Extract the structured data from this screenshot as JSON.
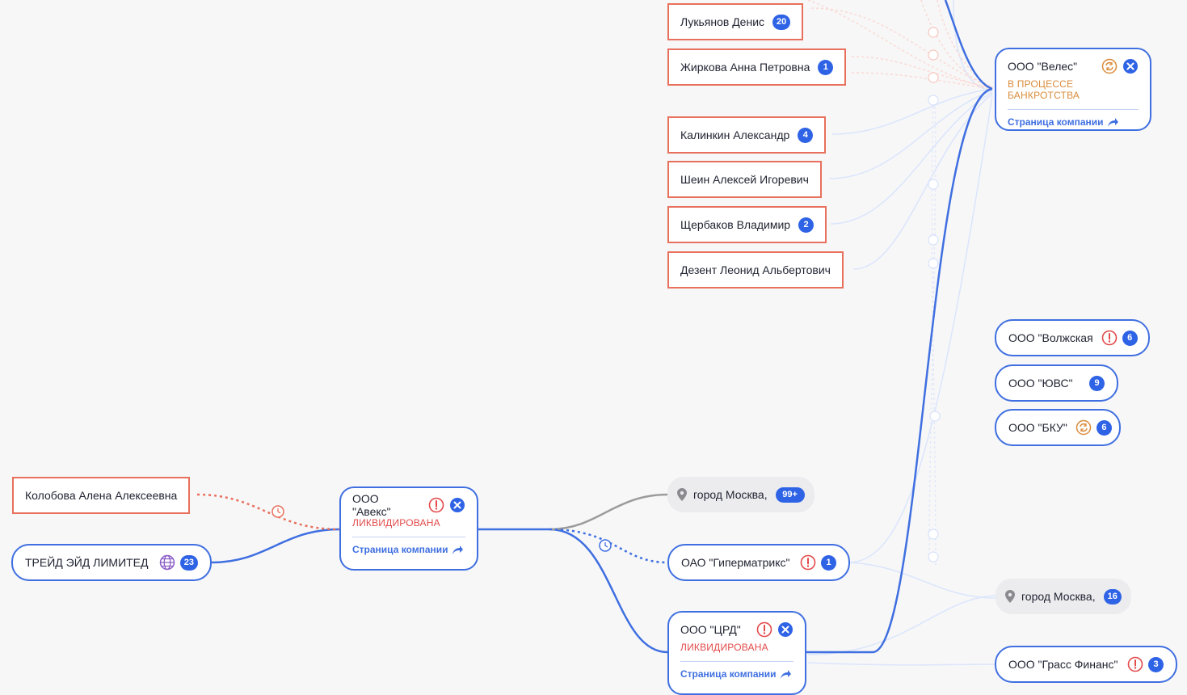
{
  "persons": [
    {
      "name": "Лукьянов Денис",
      "count": "20"
    },
    {
      "name": "Жиркова Анна Петровна",
      "count": "1"
    },
    {
      "name": "Калинкин Александр",
      "count": "4"
    },
    {
      "name": "Шеин Алексей Игоревич",
      "count": ""
    },
    {
      "name": "Щербаков Владимир",
      "count": "2"
    },
    {
      "name": "Дезент Леонид Альбертович",
      "count": ""
    },
    {
      "name": "Колобова Алена Алексеевна",
      "count": ""
    }
  ],
  "companies": {
    "veles": {
      "name": "ООО \"Велес\"",
      "status": "В ПРОЦЕССЕ БАНКРОТСТВА",
      "link": "Страница компании"
    },
    "aveks": {
      "name": "ООО \"Авекс\"",
      "status": "ЛИКВИДИРОВАНА",
      "link": "Страница компании"
    },
    "crd": {
      "name": "ООО \"ЦРД\"",
      "status": "ЛИКВИДИРОВАНА",
      "link": "Страница компании"
    },
    "volzhskaya": {
      "name": "ООО \"Волжская",
      "count": "6"
    },
    "yuvs": {
      "name": "ООО \"ЮВС\"",
      "count": "9"
    },
    "bku": {
      "name": "ООО \"БКУ\"",
      "count": "6"
    },
    "trade": {
      "name": "ТРЕЙД ЭЙД ЛИМИТЕД",
      "count": "23"
    },
    "gipermatriks": {
      "name": "ОАО \"Гиперматрикс\"",
      "count": "1"
    },
    "grass": {
      "name": "ООО \"Грасс Финанс\"",
      "count": "3"
    }
  },
  "locations": [
    {
      "name": "город Москва,",
      "count": "99+"
    },
    {
      "name": "город Москва,",
      "count": "16"
    }
  ],
  "colors": {
    "accent": "#3f6fe0",
    "person_border": "#e8705c",
    "liquidated": "#e34a4a",
    "bankruptcy": "#d98b3a",
    "foreign": "#8a5cc7"
  },
  "icons": {
    "warning": "exclamation-circle-icon",
    "close": "close-circle-icon",
    "bankruptcy": "refresh-circle-icon",
    "globe": "globe-icon",
    "pin": "map-pin-icon",
    "link": "share-arrow-icon",
    "clock": "clock-icon"
  }
}
